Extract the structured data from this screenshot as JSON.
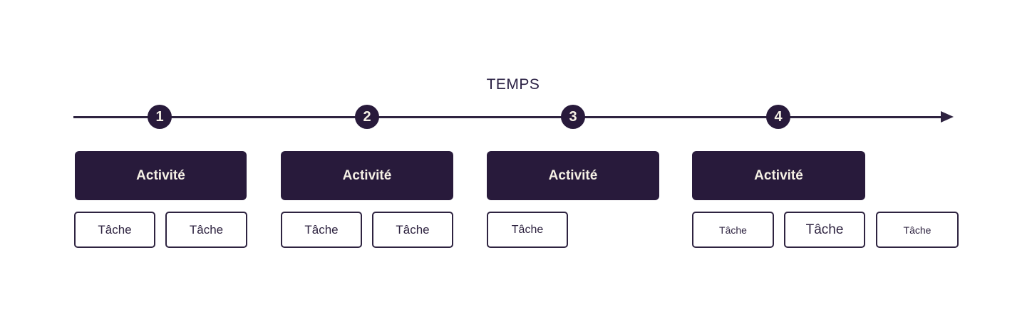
{
  "title": "TEMPS",
  "colors": {
    "primary_dark_purple": "#281a3b",
    "axis_line": "#2e2340",
    "cream_text": "#f6f1e6",
    "background": "#ffffff"
  },
  "timeline": {
    "direction": "left-to-right",
    "arrow_icon": "arrow-right-icon"
  },
  "groups": [
    {
      "number": "1",
      "activity_label": "Activité",
      "tasks": [
        "Tâche",
        "Tâche"
      ]
    },
    {
      "number": "2",
      "activity_label": "Activité",
      "tasks": [
        "Tâche",
        "Tâche"
      ]
    },
    {
      "number": "3",
      "activity_label": "Activité",
      "tasks": [
        "Tâche"
      ]
    },
    {
      "number": "4",
      "activity_label": "Activité",
      "tasks": [
        "Tâche",
        "Tâche",
        "Tâche"
      ]
    }
  ]
}
